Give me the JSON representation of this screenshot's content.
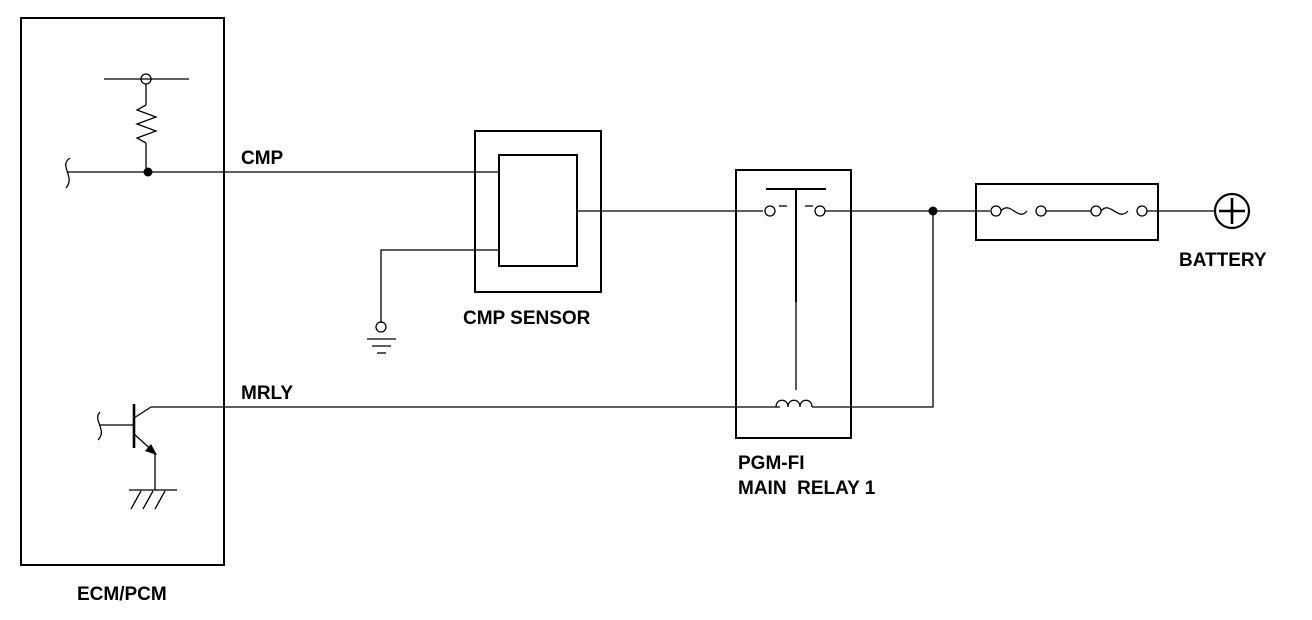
{
  "labels": {
    "cmp": "CMP",
    "mrly": "MRLY",
    "cmp_sensor": "CMP SENSOR",
    "relay_line1": "PGM-FI",
    "relay_line2": "MAIN  RELAY 1",
    "battery": "BATTERY",
    "ecm": "ECM/PCM"
  },
  "colors": {
    "line": "#000000",
    "background": "#ffffff"
  }
}
